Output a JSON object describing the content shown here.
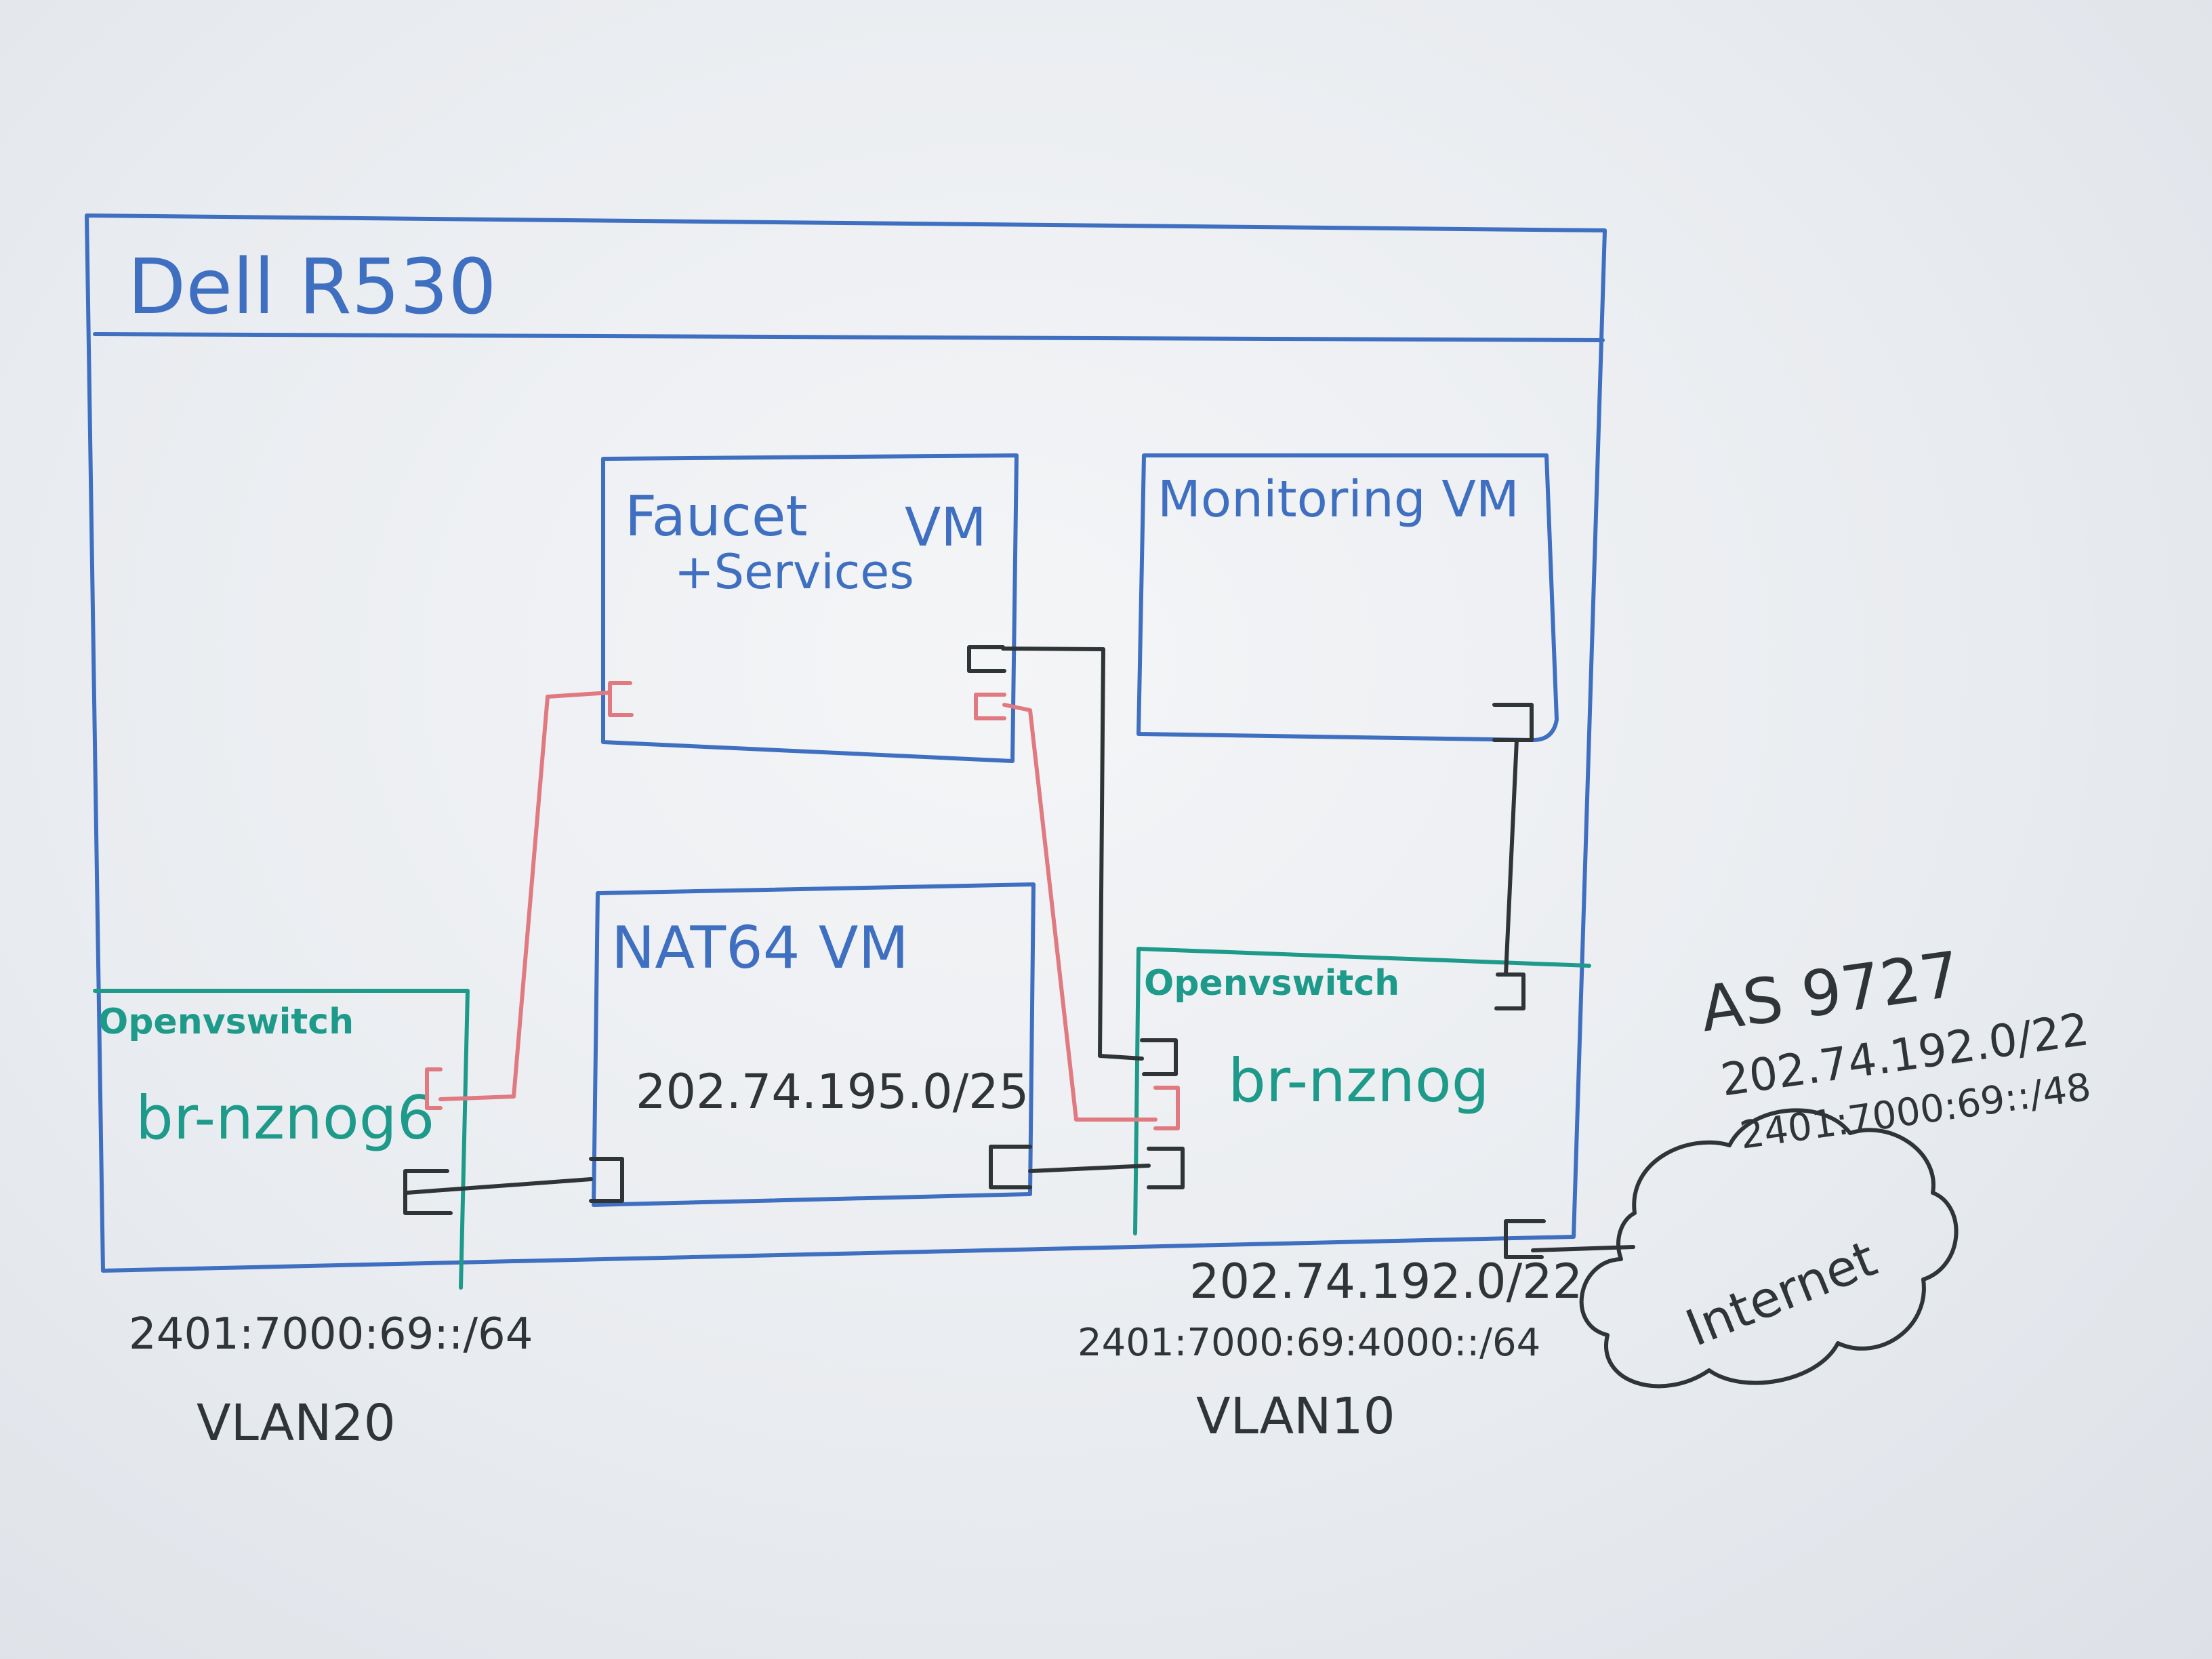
{
  "server": {
    "title": "Dell R530"
  },
  "vms": {
    "faucet": {
      "line1": "Faucet",
      "line2": "+Services",
      "suffix": "VM"
    },
    "monitoring": {
      "label": "Monitoring VM"
    },
    "nat64": {
      "label": "NAT64 VM",
      "subnet": "202.74.195.0/25"
    }
  },
  "switches": {
    "left": {
      "type": "Openvswitch",
      "bridge": "br-nznog6"
    },
    "right": {
      "type": "Openvswitch",
      "bridge": "br-nznog"
    }
  },
  "networks": {
    "vlan20": {
      "prefix_v6": "2401:7000:69::/64",
      "vlan": "VLAN20"
    },
    "vlan10": {
      "prefix_v4": "202.74.192.0/22",
      "prefix_v6": "2401:7000:69:4000::/64",
      "vlan": "VLAN10"
    }
  },
  "upstream": {
    "asn": "AS 9727",
    "prefix_v4": "202.74.192.0/22",
    "prefix_v6": "2401:7000:69::/48",
    "cloud_label": "Internet"
  },
  "colors": {
    "blue_marker": "#3f6fc0",
    "teal_marker": "#1d9a8a",
    "red_marker": "#e07a80",
    "black_marker": "#2f3436"
  }
}
